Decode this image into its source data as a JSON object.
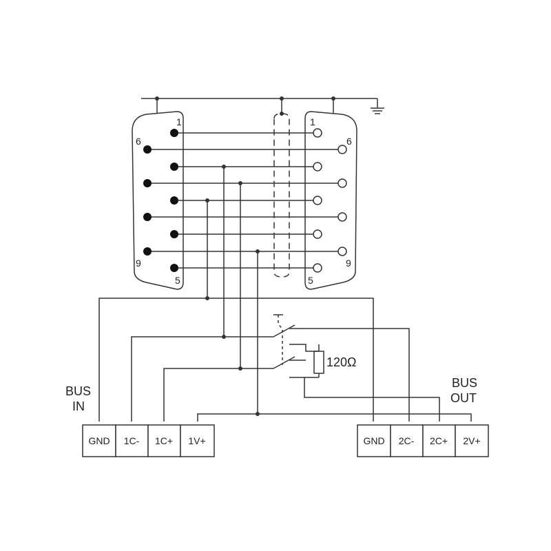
{
  "diagram": {
    "bus_in_label": [
      "BUS",
      "IN"
    ],
    "bus_out_label": [
      "BUS",
      "OUT"
    ],
    "resistor_label": "120Ω",
    "connector_in": {
      "pin_labels": [
        "1",
        "6",
        "9",
        "5"
      ]
    },
    "connector_out": {
      "pin_labels": [
        "1",
        "6",
        "9",
        "5"
      ]
    },
    "terminals_in": [
      "GND",
      "1C-",
      "1C+",
      "1V+"
    ],
    "terminals_out": [
      "GND",
      "2C-",
      "2C+",
      "2V+"
    ]
  },
  "colors": {
    "line": "#333333",
    "text": "#222222",
    "background": "#ffffff"
  }
}
